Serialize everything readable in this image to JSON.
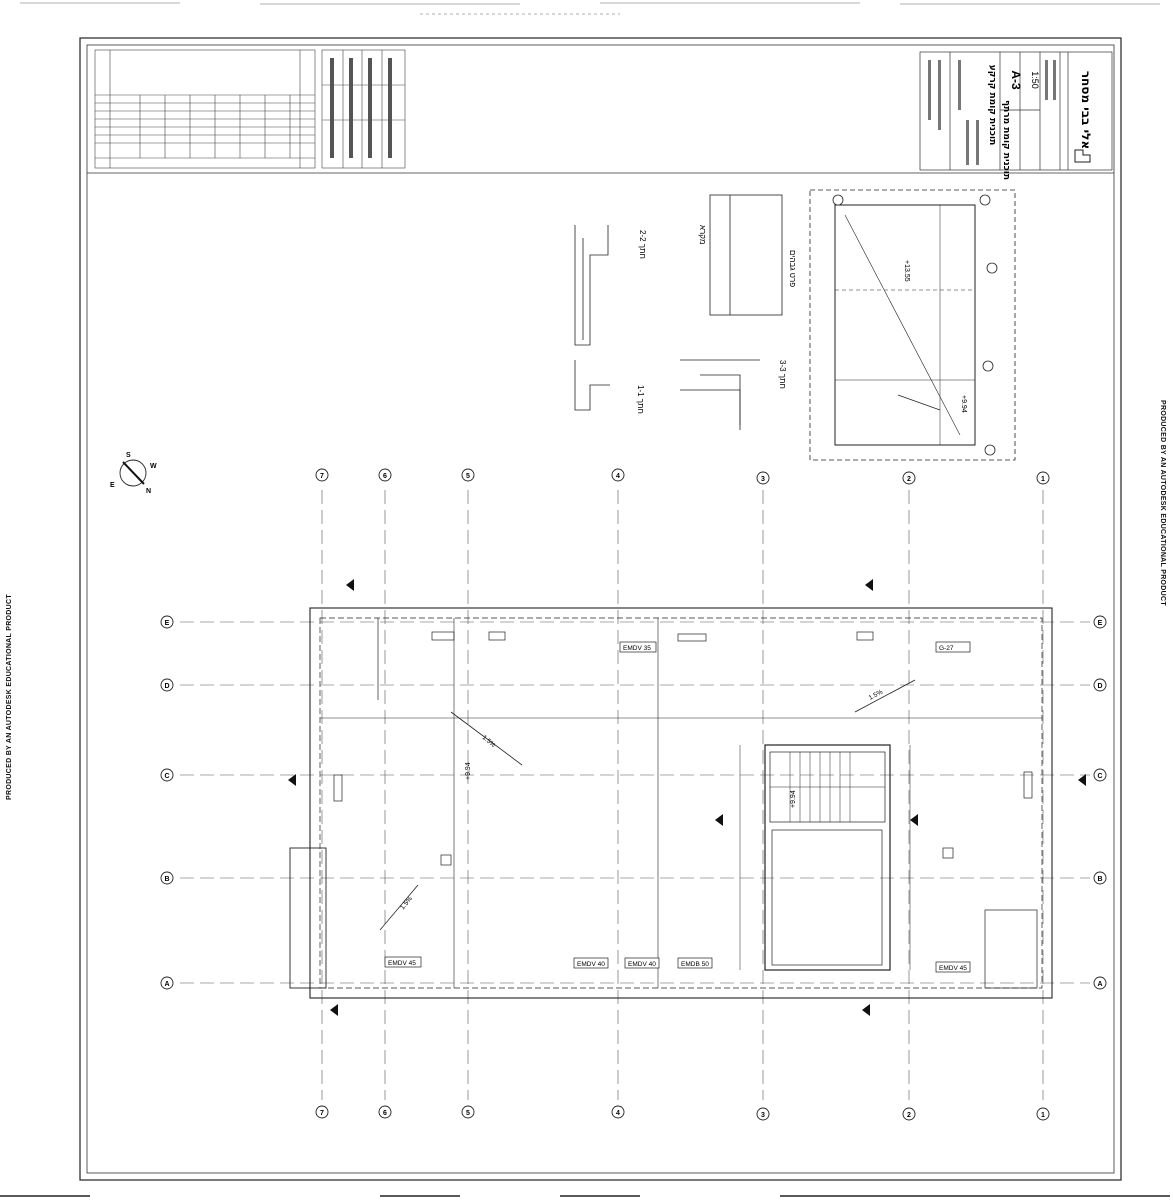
{
  "sheet": {
    "side_label": "PRODUCED BY AN AUTODESK EDUCATIONAL PRODUCT",
    "sheet_number": "A-3",
    "scale": "1:50",
    "project_title": "אלי בבי מסחר",
    "drawing_title_1": "תוכנית קומת קרקע",
    "drawing_title_2": "תוכנית קומת מרתף",
    "compass": {
      "n": "N",
      "s": "S",
      "e": "E",
      "w": "W"
    }
  },
  "grid": {
    "columns": [
      "7",
      "6",
      "5",
      "4",
      "3",
      "2",
      "1"
    ],
    "rows": [
      "E",
      "D",
      "C",
      "B",
      "A"
    ]
  },
  "tags": {
    "emdv35": "EMDV 35",
    "g27": "G-27",
    "emdv45_left": "EMDV 45",
    "emdv40_a": "EMDV 40",
    "emdv40_b": "EMDV 40",
    "emdb50": "EMDB 50",
    "emdv45_right": "EMDV 45"
  },
  "levels": {
    "main": "+9.94",
    "stair": "+9.94",
    "inset_top": "+13.55",
    "inset_bottom": "+9.94"
  },
  "slopes": {
    "s1": "1.5%",
    "s2": "1.5%",
    "s3": "1.5%"
  },
  "sections": {
    "s11": "1-1 חתך",
    "s22": "2-2 חתך",
    "s33": "3-3 חתך",
    "legend_title": "מקרא",
    "detail_title": "פרט גבהים"
  }
}
